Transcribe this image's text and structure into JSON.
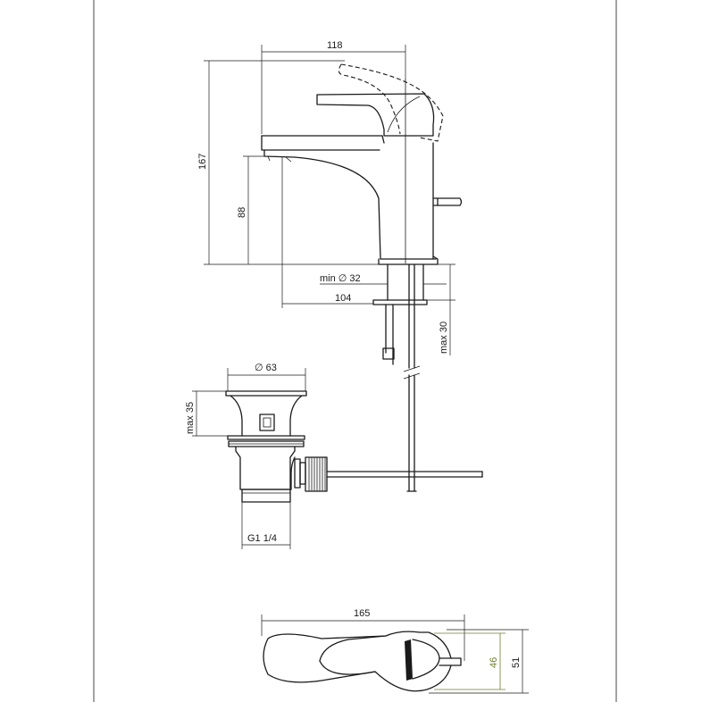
{
  "dimensions": {
    "width_118": "118",
    "height_167": "167",
    "spout_88": "88",
    "min_d32": "min ∅ 32",
    "reach_104": "104",
    "max_30": "max 30",
    "d63": "∅ 63",
    "max_35": "max 35",
    "thread": "G1 1/4",
    "length_165": "165",
    "depth_46": "46",
    "depth_51": "51"
  },
  "colors": {
    "line": "#1a1a1a",
    "green_dimension": "#6f7f2a"
  }
}
